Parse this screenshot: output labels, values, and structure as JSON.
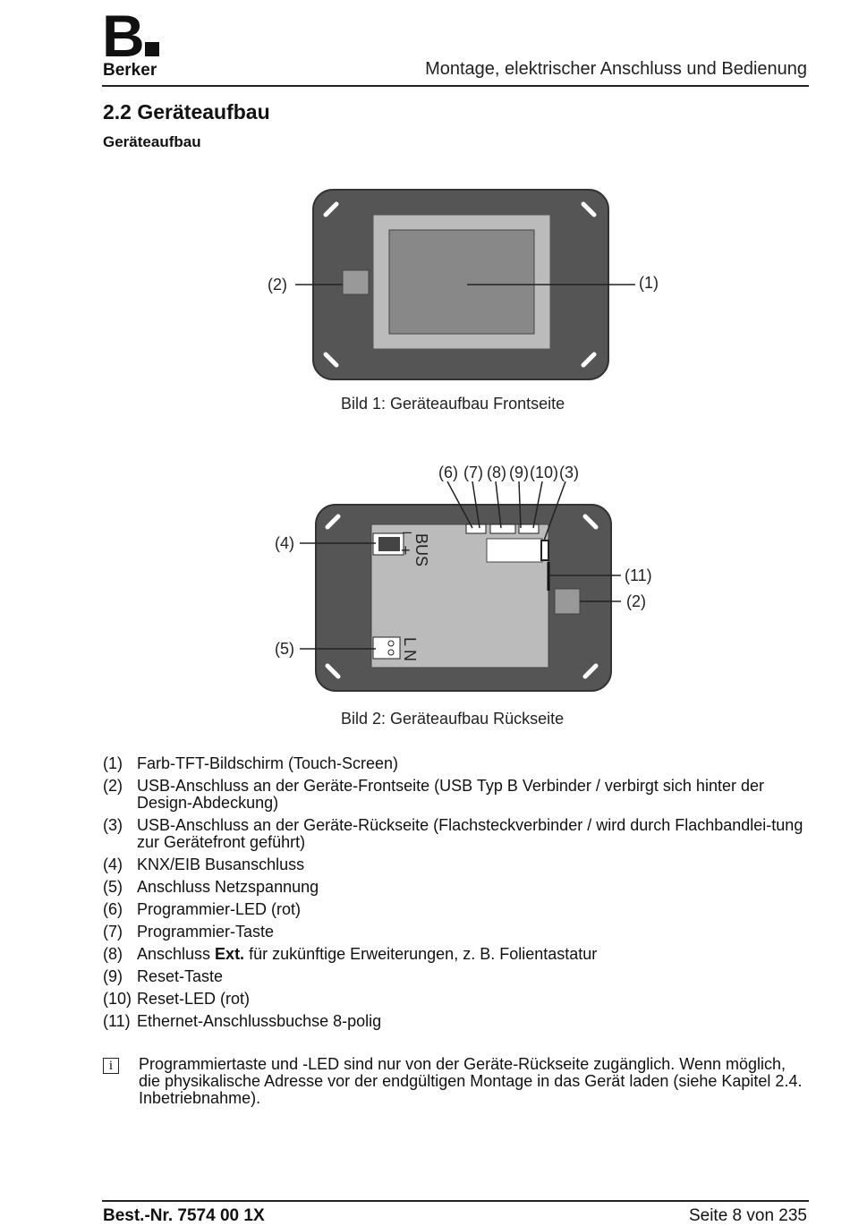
{
  "logo": {
    "mark": "B",
    "text": "Berker"
  },
  "header": {
    "title": "Montage, elektrischer Anschluss und Bedienung"
  },
  "section": {
    "title": "2.2 Geräteaufbau",
    "subtitle": "Geräteaufbau"
  },
  "figure1": {
    "caption": "Bild 1: Geräteaufbau Frontseite",
    "labels": {
      "screen": "(1)",
      "usb_front": "(2)"
    }
  },
  "figure2": {
    "caption": "Bild 2: Geräteaufbau Rückseite",
    "labels": {
      "l6": "(6)",
      "l7": "(7)",
      "l8": "(8)",
      "l9": "(9)",
      "l10": "(10)",
      "l3": "(3)",
      "l4": "(4)",
      "l5": "(5)",
      "l11": "(11)",
      "l2": "(2)",
      "bus": "BUS",
      "minus": "–",
      "plus": "+",
      "L": "L",
      "N": "N"
    }
  },
  "legend": [
    {
      "num": "(1)",
      "text": "Farb-TFT-Bildschirm (Touch-Screen)"
    },
    {
      "num": "(2)",
      "text": "USB-Anschluss an der Geräte-Frontseite (USB Typ B Verbinder / verbirgt sich hinter der Design-Abdeckung)"
    },
    {
      "num": "(3)",
      "text": "USB-Anschluss an der Geräte-Rückseite (Flachsteckverbinder / wird durch Flachbandlei-tung zur Gerätefront geführt)"
    },
    {
      "num": "(4)",
      "text": "KNX/EIB Busanschluss"
    },
    {
      "num": "(5)",
      "text": "Anschluss Netzspannung"
    },
    {
      "num": "(6)",
      "text": "Programmier-LED (rot)"
    },
    {
      "num": "(7)",
      "text": "Programmier-Taste"
    },
    {
      "num": "(8)",
      "pre": "Anschluss ",
      "bold": "Ext.",
      "post": " für zukünftige Erweiterungen, z. B. Folientastatur"
    },
    {
      "num": "(9)",
      "text": "Reset-Taste"
    },
    {
      "num": "(10)",
      "text": "Reset-LED (rot)"
    },
    {
      "num": "(11)",
      "text": "Ethernet-Anschlussbuchse 8-polig"
    }
  ],
  "note": {
    "icon": "i",
    "text": "Programmiertaste und -LED sind nur von der Geräte-Rückseite zugänglich. Wenn möglich, die physikalische Adresse vor der endgültigen Montage in das Gerät laden (siehe Kapitel 2.4. Inbetriebnahme)."
  },
  "footer": {
    "order": "Best.-Nr. 7574 00 1X",
    "page": "Seite 8 von 235"
  }
}
